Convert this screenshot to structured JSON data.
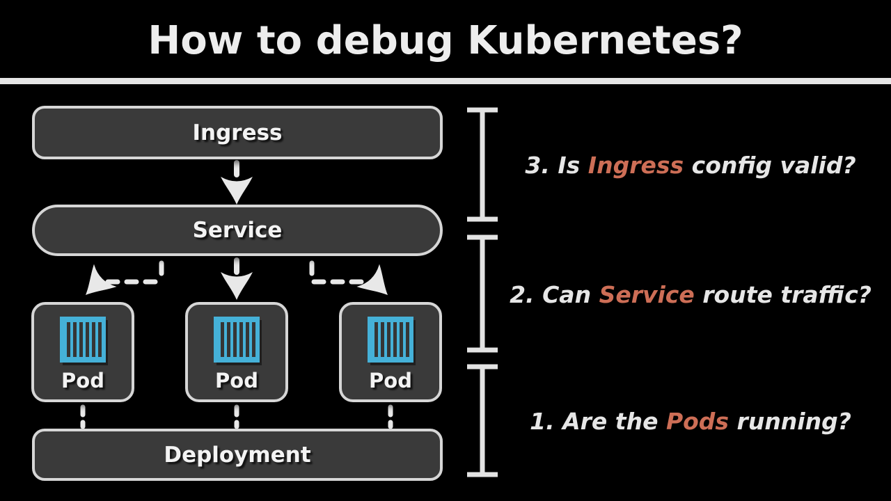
{
  "title": {
    "text": "How to debug Kubernetes?"
  },
  "diagram": {
    "ingress": {
      "label": "Ingress"
    },
    "service": {
      "label": "Service"
    },
    "deployment": {
      "label": "Deployment"
    },
    "pods": [
      {
        "label": "Pod"
      },
      {
        "label": "Pod"
      },
      {
        "label": "Pod"
      }
    ]
  },
  "questions": [
    {
      "prefix": "3. Is ",
      "highlight": "Ingress",
      "suffix": " config valid?"
    },
    {
      "prefix": "2. Can ",
      "highlight": "Service",
      "suffix": " route traffic?"
    },
    {
      "prefix": "1. Are the ",
      "highlight": "Pods",
      "suffix": " running?"
    }
  ],
  "colors": {
    "background": "#000000",
    "box_fill": "#3a3a3a",
    "box_border": "#d6d6d6",
    "text_light": "#ededed",
    "highlight": "#cd6e56",
    "container_blue": "#45b1d8",
    "connector": "#e8e8e8"
  }
}
